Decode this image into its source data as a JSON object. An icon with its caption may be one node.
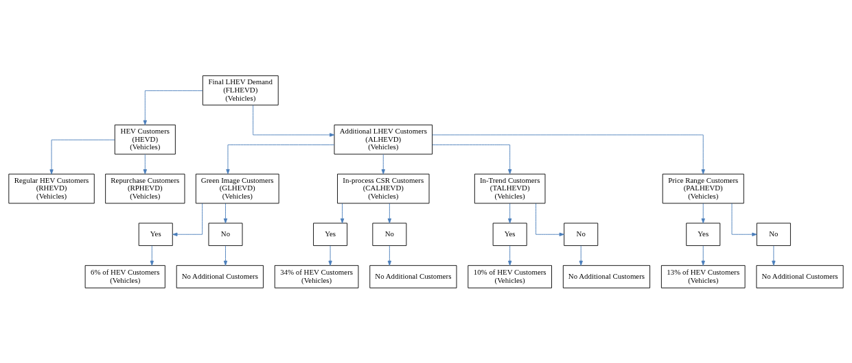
{
  "diagram": {
    "nodes": [
      {
        "text": [
          "Final LHEV Demand",
          "(FLHEVD)",
          "(Vehicles)"
        ]
      },
      {
        "text": [
          "HEV Customers",
          "(HEVD)",
          "(Vehicles)"
        ]
      },
      {
        "text": [
          "Additional LHEV Customers",
          "(ALHEVD)",
          "(Vehicles)"
        ]
      },
      {
        "text": [
          "Regular HEV Customers",
          "(RHEVD)",
          "(Vehicles)"
        ]
      },
      {
        "text": [
          "Repurchase Customers",
          "(RPHEVD)",
          "(Vehicles)"
        ]
      },
      {
        "text": [
          "Green Image Customers",
          "(GLHEVD)",
          "(Vehicles)"
        ]
      },
      {
        "text": [
          "In-process CSR Customers",
          "(CALHEVD)",
          "(Vehicles)"
        ]
      },
      {
        "text": [
          "In-Trend Customers",
          "(TALHEVD)",
          "(Vehicles)"
        ]
      },
      {
        "text": [
          "Price Range Customers",
          "(PALHEVD)",
          "(Vehicles)"
        ]
      },
      {
        "text": [
          "Yes"
        ]
      },
      {
        "text": [
          "No"
        ]
      },
      {
        "text": [
          "Yes"
        ]
      },
      {
        "text": [
          "No"
        ]
      },
      {
        "text": [
          "Yes"
        ]
      },
      {
        "text": [
          "No"
        ]
      },
      {
        "text": [
          "Yes"
        ]
      },
      {
        "text": [
          "No"
        ]
      },
      {
        "text": [
          "6% of HEV Customers",
          "(Vehicles)"
        ]
      },
      {
        "text": [
          "No Additional Customers"
        ]
      },
      {
        "text": [
          "34% of HEV Customers",
          "(Vehicles)"
        ]
      },
      {
        "text": [
          "No Additional Customers"
        ]
      },
      {
        "text": [
          "10% of HEV Customers",
          "(Vehicles)"
        ]
      },
      {
        "text": [
          "No Additional Customers"
        ]
      },
      {
        "text": [
          "13% of HEV Customers",
          "(Vehicles)"
        ]
      },
      {
        "text": [
          "No Additional Customers"
        ]
      }
    ],
    "edges": [
      {
        "from": 0,
        "to": 1,
        "arrow": "to"
      },
      {
        "from": 0,
        "to": 2,
        "arrow": "to"
      },
      {
        "from": 1,
        "to": 3,
        "arrow": "to"
      },
      {
        "from": 1,
        "to": 4,
        "arrow": "to"
      },
      {
        "from": 2,
        "to": 5,
        "arrow": "to"
      },
      {
        "from": 2,
        "to": 6,
        "arrow": "to"
      },
      {
        "from": 2,
        "to": 7,
        "arrow": "to"
      },
      {
        "from": 2,
        "to": 8,
        "arrow": "to"
      },
      {
        "from": 5,
        "to": 9,
        "arrow": "to"
      },
      {
        "from": 5,
        "to": 10,
        "arrow": "to"
      },
      {
        "from": 6,
        "to": 11,
        "arrow": "to"
      },
      {
        "from": 6,
        "to": 12,
        "arrow": "to"
      },
      {
        "from": 7,
        "to": 13,
        "arrow": "to"
      },
      {
        "from": 7,
        "to": 14,
        "arrow": "to"
      },
      {
        "from": 8,
        "to": 15,
        "arrow": "to"
      },
      {
        "from": 8,
        "to": 16,
        "arrow": "to"
      },
      {
        "from": 9,
        "to": 17,
        "arrow": "to"
      },
      {
        "from": 10,
        "to": 18,
        "arrow": "to"
      },
      {
        "from": 11,
        "to": 19,
        "arrow": "to"
      },
      {
        "from": 12,
        "to": 20,
        "arrow": "to"
      },
      {
        "from": 13,
        "to": 21,
        "arrow": "to"
      },
      {
        "from": 14,
        "to": 22,
        "arrow": "to"
      },
      {
        "from": 15,
        "to": 23,
        "arrow": "to"
      },
      {
        "from": 16,
        "to": 24,
        "arrow": "to"
      }
    ]
  }
}
